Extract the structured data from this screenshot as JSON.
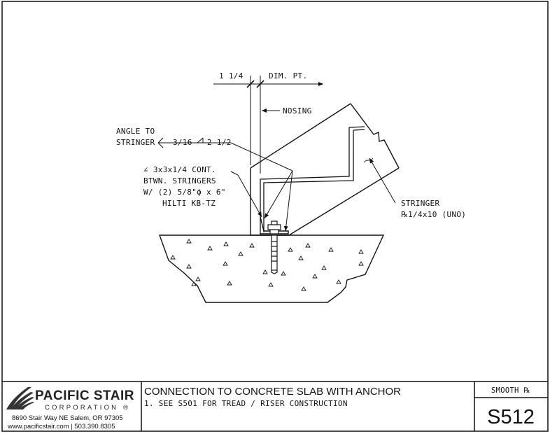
{
  "detail": {
    "labels": {
      "dim_left": "1 1/4",
      "dim_right": "DIM. PT.",
      "nosing": "NOSING",
      "weld_line1": "ANGLE TO",
      "weld_line2": "STRINGER",
      "weld_size": "3/16",
      "weld_length": "2 1/2",
      "angle_line1": "∠ 3x3x1/4 CONT.",
      "angle_line2": "BTWN. STRINGERS",
      "angle_line3": "W/ (2) 5/8\"ϕ x 6\"",
      "angle_line4": "HILTI KB-TZ",
      "stringer_line1": "STRINGER",
      "stringer_line2": "℞1/4x10 (UNO)"
    }
  },
  "title_block": {
    "company_name": "PACIFIC STAIR",
    "company_sub": "CORPORATION",
    "registered_mark": "®",
    "address": "8690 Stair Way NE Salem, OR 97305",
    "contact": "www.pacificstair.com  |  503.390.8305",
    "title": "CONNECTION TO CONCRETE SLAB WITH ANCHOR",
    "note": "1.  SEE S501 FOR TREAD / RISER CONSTRUCTION",
    "series": "SMOOTH ℞",
    "sheet_number": "S512"
  }
}
